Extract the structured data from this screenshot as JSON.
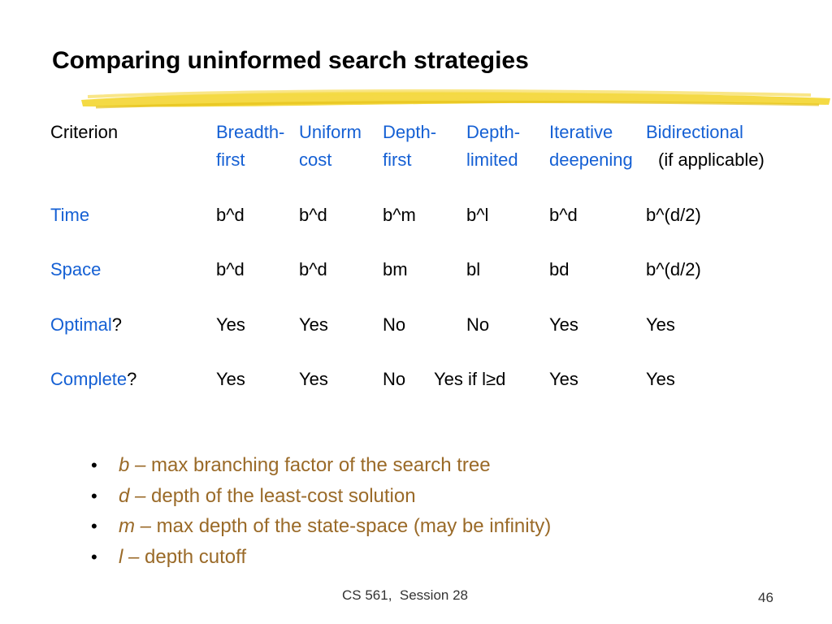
{
  "slide": {
    "title": "Comparing uninformed search strategies",
    "colors": {
      "accent_blue": "#1560d4",
      "bullet_brown": "#9a6a28",
      "highlight_yellow": "#f3d630"
    }
  },
  "table": {
    "header": {
      "criterion": "Criterion",
      "col1": [
        "Breadth-",
        "first"
      ],
      "col2": [
        "Uniform",
        "cost"
      ],
      "col3": [
        "Depth-",
        "first"
      ],
      "col4": [
        "Depth-",
        "limited"
      ],
      "col5": [
        "Iterative",
        "deepening"
      ],
      "col6": [
        "Bidirectional",
        "(if applicable)"
      ]
    },
    "rows": [
      {
        "label": "Time",
        "suffix": "",
        "values": [
          "b^d",
          "b^d",
          "b^m",
          "b^l",
          "b^d",
          "b^(d/2)"
        ]
      },
      {
        "label": "Space",
        "suffix": "",
        "values": [
          "b^d",
          "b^d",
          "bm",
          "bl",
          "bd",
          "b^(d/2)"
        ]
      },
      {
        "label": "Optimal",
        "suffix": "?",
        "values": [
          "Yes",
          "Yes",
          "No",
          "No",
          "Yes",
          "Yes"
        ]
      },
      {
        "label": "Complete",
        "suffix": "?",
        "values": [
          "Yes",
          "Yes",
          "No",
          "Yes if l≥d",
          "Yes",
          "Yes"
        ]
      }
    ]
  },
  "bullets": [
    {
      "symbol": "b –",
      "text": " max branching factor of the search tree"
    },
    {
      "symbol": "d –",
      "text": " depth of the least-cost solution"
    },
    {
      "symbol": "m –",
      "text": " max depth of the state-space (may be infinity)"
    },
    {
      "symbol": "l –",
      "text": " depth cutoff"
    }
  ],
  "footer": {
    "session": "CS 561,  Session 28",
    "page_number": "46"
  }
}
